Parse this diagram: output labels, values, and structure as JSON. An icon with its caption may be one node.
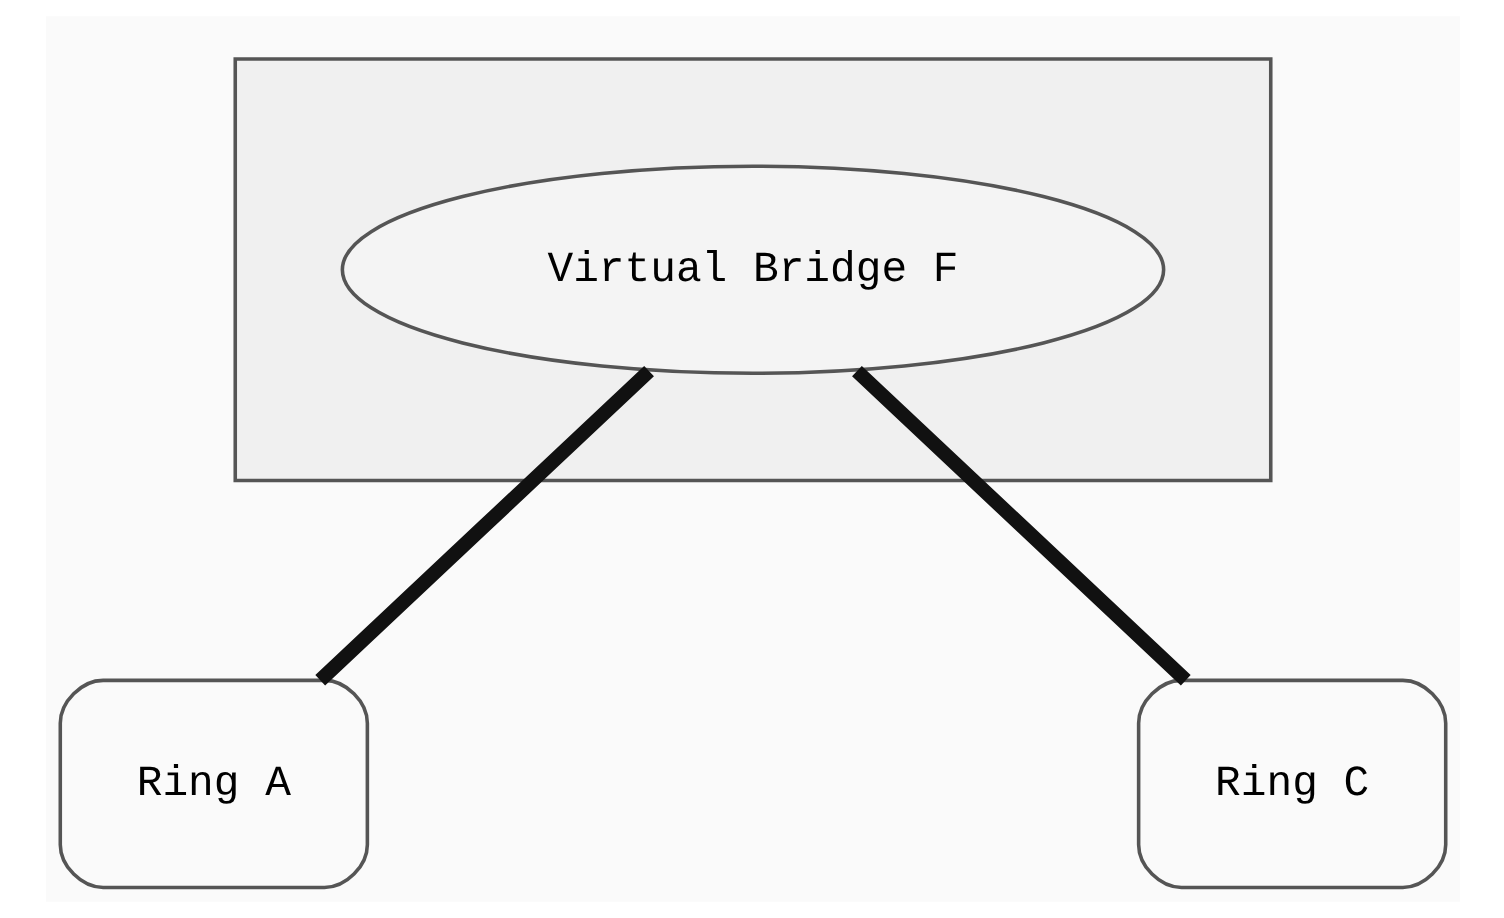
{
  "diagram": {
    "nodes": [
      {
        "text": [],
        "shape": "box"
      },
      {
        "text": [
          "Virtual Bridge F"
        ],
        "in": 0
      },
      {
        "text": [
          "Ring A"
        ]
      },
      {
        "text": [
          "Ring C"
        ]
      }
    ],
    "edges": [
      {
        "from": 1,
        "to": 2,
        "arrow": "none"
      },
      {
        "from": 1,
        "to": 3,
        "arrow": "none"
      }
    ]
  }
}
